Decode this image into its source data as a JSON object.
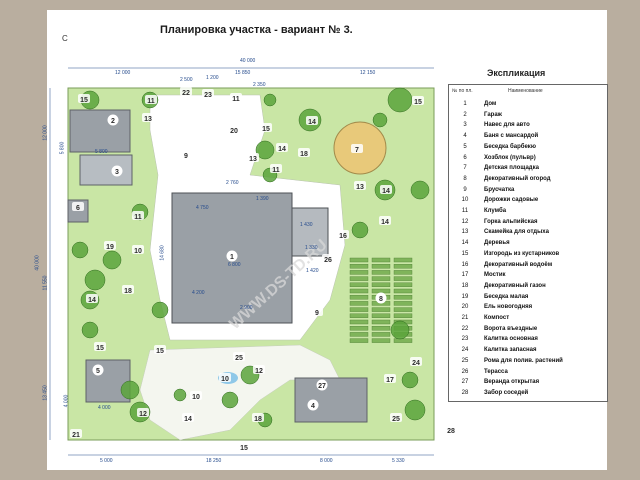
{
  "title": "Планировка участка - вариант № 3.",
  "north_mark": "С",
  "watermark": "WWW.DS-TD.RU",
  "dimensions": {
    "top_total": "40 000",
    "top_segments": [
      "12 000",
      "15 850",
      "12 150"
    ],
    "gates": [
      "2 500",
      "1 200",
      "2 350"
    ],
    "bottom_segments": [
      "5 000",
      "18 250",
      "8 000",
      "5 330"
    ],
    "left_total": "40 000",
    "left_segments": [
      "12 000",
      "11 550",
      "13 450"
    ],
    "house": [
      "2 760",
      "14 680",
      "1 430",
      "1 330",
      "1 390",
      "4 750",
      "1 420",
      "6 800",
      "4 200",
      "2 900"
    ],
    "left_small": [
      "5 800",
      "5 800",
      "4 000",
      "4 000"
    ]
  },
  "plan_labels": {
    "house": "1",
    "garage": "2",
    "carport": "3",
    "bathhouse": "4",
    "gazebo": "5",
    "garden_beds": "8",
    "paving": "9",
    "pond": "16",
    "compost": "21",
    "veranda": "27",
    "neighbors_fence": "28",
    "labels_list": [
      "15",
      "11",
      "22",
      "23",
      "11",
      "15",
      "13",
      "20",
      "15",
      "14",
      "9",
      "14",
      "18",
      "7",
      "13",
      "11",
      "13",
      "14",
      "6",
      "11",
      "14",
      "19",
      "10",
      "26",
      "16",
      "15",
      "18",
      "14",
      "9",
      "15",
      "25",
      "12",
      "10",
      "17",
      "10",
      "12",
      "14",
      "18",
      "25",
      "21",
      "15",
      "24",
      "15"
    ]
  },
  "legend": {
    "title": "Экспликация",
    "col_num": "№ по пл.",
    "col_name": "Наименование",
    "items": [
      {
        "n": "1",
        "name": "Дом"
      },
      {
        "n": "2",
        "name": "Гараж"
      },
      {
        "n": "3",
        "name": "Навес для авто"
      },
      {
        "n": "4",
        "name": "Баня с мансардой"
      },
      {
        "n": "5",
        "name": "Беседка барбекю"
      },
      {
        "n": "6",
        "name": "Хозблок (пульвр)"
      },
      {
        "n": "7",
        "name": "Детская площадка"
      },
      {
        "n": "8",
        "name": "Декоративный огород"
      },
      {
        "n": "9",
        "name": "Брусчатка"
      },
      {
        "n": "10",
        "name": "Дорожки садовые"
      },
      {
        "n": "11",
        "name": "Клумба"
      },
      {
        "n": "12",
        "name": "Горка альпийская"
      },
      {
        "n": "13",
        "name": "Скамейка для отдыха"
      },
      {
        "n": "14",
        "name": "Деревья"
      },
      {
        "n": "15",
        "name": "Изгородь из кустарников"
      },
      {
        "n": "16",
        "name": "Декоративный водоём"
      },
      {
        "n": "17",
        "name": "Мостик"
      },
      {
        "n": "18",
        "name": "Декоративный газон"
      },
      {
        "n": "19",
        "name": "Беседка малая"
      },
      {
        "n": "20",
        "name": "Ель новогодняя"
      },
      {
        "n": "21",
        "name": "Компост"
      },
      {
        "n": "22",
        "name": "Ворота въездные"
      },
      {
        "n": "23",
        "name": "Калитка основная"
      },
      {
        "n": "24",
        "name": "Калитка запасная"
      },
      {
        "n": "25",
        "name": "Рома для полив. растений"
      },
      {
        "n": "26",
        "name": "Терасса"
      },
      {
        "n": "27",
        "name": "Веранда открытая"
      },
      {
        "n": "28",
        "name": "Забор соседей"
      }
    ]
  },
  "colors": {
    "lawn": "#c8e6a3",
    "tree": "#58a23a",
    "building": "#9aa0a6",
    "paving": "#ffffff",
    "label_bg": "#ffffff",
    "label_text": "#2d2d2d",
    "playground": "#e8c97a",
    "pond": "#8fc8e8"
  }
}
